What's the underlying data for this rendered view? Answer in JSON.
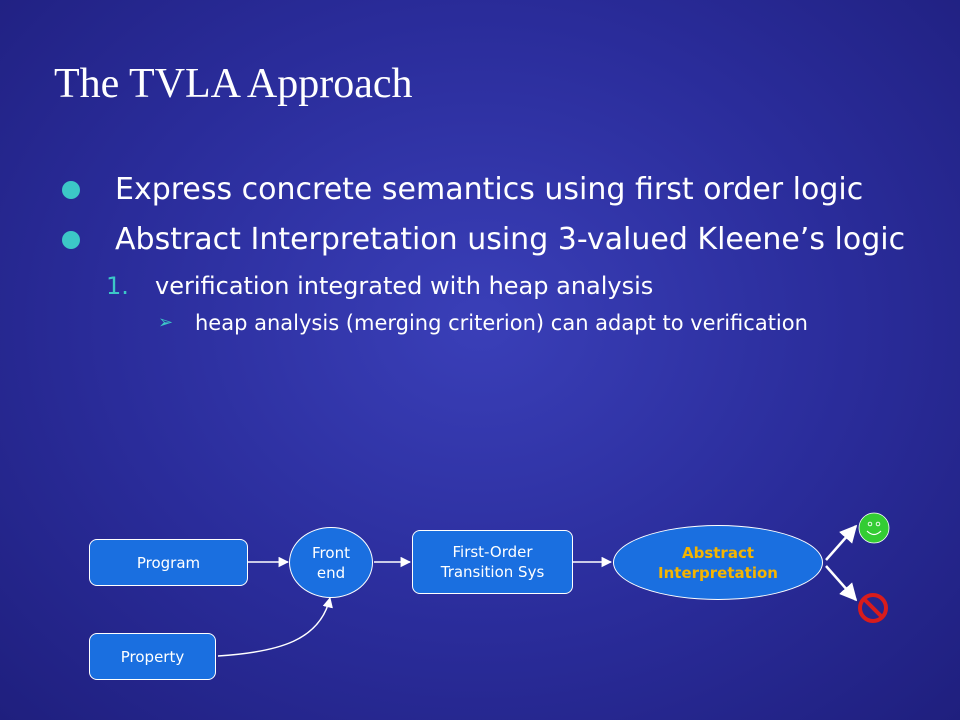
{
  "title": "The TVLA Approach",
  "bullets": [
    {
      "text": "Express concrete semantics using first order logic"
    },
    {
      "text": "Abstract Interpretation using 3-valued Kleene’s logic"
    }
  ],
  "sub_bullet": {
    "number": "1.",
    "text": "verification integrated with heap analysis"
  },
  "sub_sub_bullet": {
    "marker": "➢",
    "text": "heap analysis (merging criterion) can adapt to verification"
  },
  "diagram": {
    "program": "Program",
    "property": "Property",
    "front_end": "Front end",
    "fo_transition": "First-Order Transition Sys",
    "abstract_interp": "Abstract Interpretation",
    "outcome_ok_icon": "smiley-icon",
    "outcome_fail_icon": "no-entry-icon",
    "colors": {
      "node_fill": "#1a6fe0",
      "accent": "#3cc7c7",
      "abstract_text": "#f5b400",
      "smiley": "#33cc33",
      "no_entry": "#d81c1c"
    }
  }
}
